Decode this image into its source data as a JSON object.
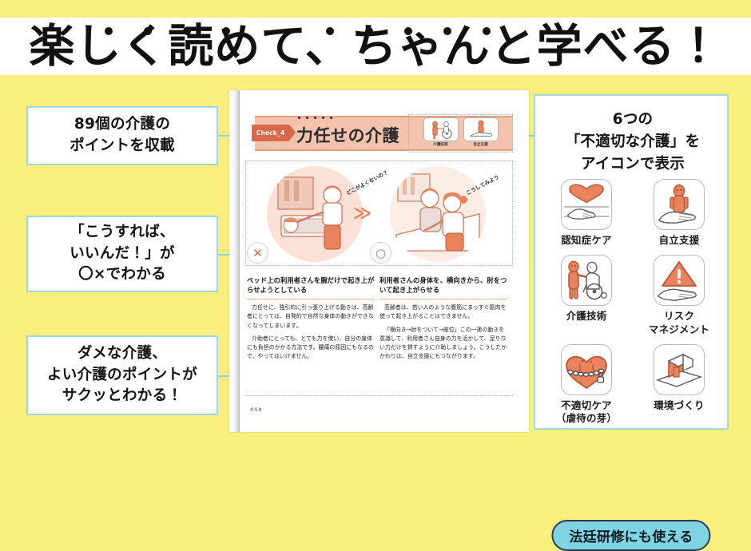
{
  "header": {
    "title": "楽しく読めて、ちゃんと学べる！",
    "emphasis_dot_count": 9
  },
  "colors": {
    "background_yellow": "#FAEE7D",
    "accent_teal": "#9ED7DF",
    "connector_teal": "#8FD3E0",
    "badge_teal": "#7FD4E3",
    "illustration_orange": "#E8835C",
    "header_band_peach": "#F4C3AD",
    "check_tag_red": "#D9684A"
  },
  "left_callouts": [
    {
      "id": "points-count",
      "lines": [
        "89個の介護の",
        "ポイントを収載"
      ]
    },
    {
      "id": "maru-batsu",
      "lines": [
        "「こうすれば、",
        "いいんだ！」が",
        "〇×でわかる"
      ]
    },
    {
      "id": "good-bad-care",
      "lines": [
        "ダメな介護、",
        "よい介護のポイントが",
        "サクッとわかる！"
      ]
    }
  ],
  "book": {
    "check_tag": "Check_4",
    "chapter_title": "力任せの介護",
    "mini_icons": [
      {
        "name": "wheelchair-icon",
        "label": "介護技術"
      },
      {
        "name": "hand-person-icon",
        "label": "自立支援"
      }
    ],
    "illustrations": [
      {
        "mark": "✕",
        "caption": "どこがよくないの？",
        "side": "left"
      },
      {
        "mark": "○",
        "caption": "こうしてみよう",
        "side": "right"
      }
    ],
    "arrow": "≫",
    "columns": [
      {
        "heading": "ベッド上の利用者さんを腕だけで起き上がらせようとしている",
        "paragraphs": [
          "力任せに、強引的に引っ張り上げる動きは、高齢者にとっては、自発的で自然な身体の動きができなくなってしまいます。",
          "介助者にとっても、とても力を使い、自分の身体にも負担のかかる方法です。腰痛の原因にもなるので、やってはいけません。"
        ]
      },
      {
        "heading": "利用者さんの身体を、横向きから、肘をついて起き上がらせる",
        "paragraphs": [
          "高齢者は、若い人のような腹筋にまっすぐ筋肉を使って起き上がることはできません。",
          "「横向き→肘をついて→座位」この一連の動きを意識して、利用者さん自身の力を活かして、足りない力だけを貸すように介助しましょう。こうしたかかわりは、自立支援にもつながります。"
        ]
      }
    ],
    "page_number": "058"
  },
  "right_panel": {
    "title_lines": [
      "6つの",
      "「不適切な介護」を",
      "アイコンで表示"
    ],
    "icons": [
      {
        "name": "heart-handshake-icon",
        "label": "認知症ケア"
      },
      {
        "name": "hand-person-icon",
        "label": "自立支援"
      },
      {
        "name": "wheelchair-icon",
        "label": "介護技術"
      },
      {
        "name": "warning-hand-icon",
        "label": "リスク\nマネジメント"
      },
      {
        "name": "chained-heart-icon",
        "label": "不適切ケア\n（虐待の芽）"
      },
      {
        "name": "house-icon",
        "label": "環境づくり"
      }
    ],
    "badge": "法廷研修にも使える"
  }
}
